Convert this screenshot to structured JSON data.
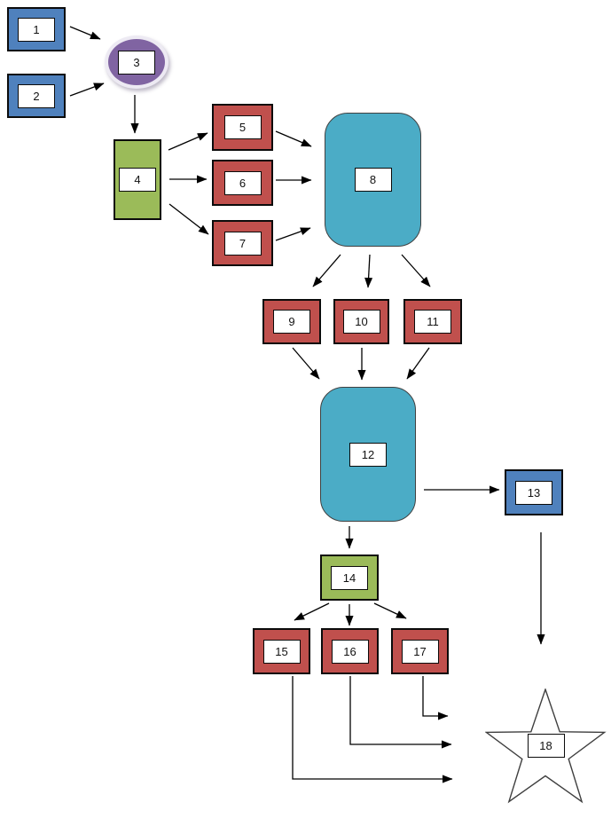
{
  "diagram": {
    "type": "flowchart",
    "background": "#ffffff",
    "palette": {
      "blue": "#4f81bd",
      "red": "#c0504d",
      "green": "#9bbb59",
      "purple": "#8064a2",
      "teal": "#4bacc6",
      "star_fill": "#ffffff",
      "outline": "#000000"
    },
    "nodes": [
      {
        "id": 1,
        "label": "1",
        "shape": "rectangle",
        "color": "blue"
      },
      {
        "id": 2,
        "label": "2",
        "shape": "rectangle",
        "color": "blue"
      },
      {
        "id": 3,
        "label": "3",
        "shape": "ellipse",
        "color": "purple"
      },
      {
        "id": 4,
        "label": "4",
        "shape": "rectangle",
        "color": "green"
      },
      {
        "id": 5,
        "label": "5",
        "shape": "rectangle",
        "color": "red"
      },
      {
        "id": 6,
        "label": "6",
        "shape": "rectangle",
        "color": "red"
      },
      {
        "id": 7,
        "label": "7",
        "shape": "rectangle",
        "color": "red"
      },
      {
        "id": 8,
        "label": "8",
        "shape": "rounded-rectangle",
        "color": "teal"
      },
      {
        "id": 9,
        "label": "9",
        "shape": "rectangle",
        "color": "red"
      },
      {
        "id": 10,
        "label": "10",
        "shape": "rectangle",
        "color": "red"
      },
      {
        "id": 11,
        "label": "11",
        "shape": "rectangle",
        "color": "red"
      },
      {
        "id": 12,
        "label": "12",
        "shape": "rounded-rectangle",
        "color": "teal"
      },
      {
        "id": 13,
        "label": "13",
        "shape": "rectangle",
        "color": "blue"
      },
      {
        "id": 14,
        "label": "14",
        "shape": "rectangle",
        "color": "green"
      },
      {
        "id": 15,
        "label": "15",
        "shape": "rectangle",
        "color": "red"
      },
      {
        "id": 16,
        "label": "16",
        "shape": "rectangle",
        "color": "red"
      },
      {
        "id": 17,
        "label": "17",
        "shape": "rectangle",
        "color": "red"
      },
      {
        "id": 18,
        "label": "18",
        "shape": "star",
        "color": "white"
      }
    ],
    "edges": [
      {
        "from": 1,
        "to": 3,
        "style": "straight"
      },
      {
        "from": 2,
        "to": 3,
        "style": "straight"
      },
      {
        "from": 3,
        "to": 4,
        "style": "straight"
      },
      {
        "from": 4,
        "to": 5,
        "style": "straight"
      },
      {
        "from": 4,
        "to": 6,
        "style": "straight"
      },
      {
        "from": 4,
        "to": 7,
        "style": "straight"
      },
      {
        "from": 5,
        "to": 8,
        "style": "straight"
      },
      {
        "from": 6,
        "to": 8,
        "style": "straight"
      },
      {
        "from": 7,
        "to": 8,
        "style": "straight"
      },
      {
        "from": 8,
        "to": 9,
        "style": "straight"
      },
      {
        "from": 8,
        "to": 10,
        "style": "straight"
      },
      {
        "from": 8,
        "to": 11,
        "style": "straight"
      },
      {
        "from": 9,
        "to": 12,
        "style": "straight"
      },
      {
        "from": 10,
        "to": 12,
        "style": "straight"
      },
      {
        "from": 11,
        "to": 12,
        "style": "straight"
      },
      {
        "from": 12,
        "to": 13,
        "style": "straight"
      },
      {
        "from": 12,
        "to": 14,
        "style": "straight"
      },
      {
        "from": 13,
        "to": 18,
        "style": "straight"
      },
      {
        "from": 14,
        "to": 15,
        "style": "straight"
      },
      {
        "from": 14,
        "to": 16,
        "style": "straight"
      },
      {
        "from": 14,
        "to": 17,
        "style": "straight"
      },
      {
        "from": 15,
        "to": 18,
        "style": "elbow"
      },
      {
        "from": 16,
        "to": 18,
        "style": "elbow"
      },
      {
        "from": 17,
        "to": 18,
        "style": "elbow"
      }
    ]
  }
}
